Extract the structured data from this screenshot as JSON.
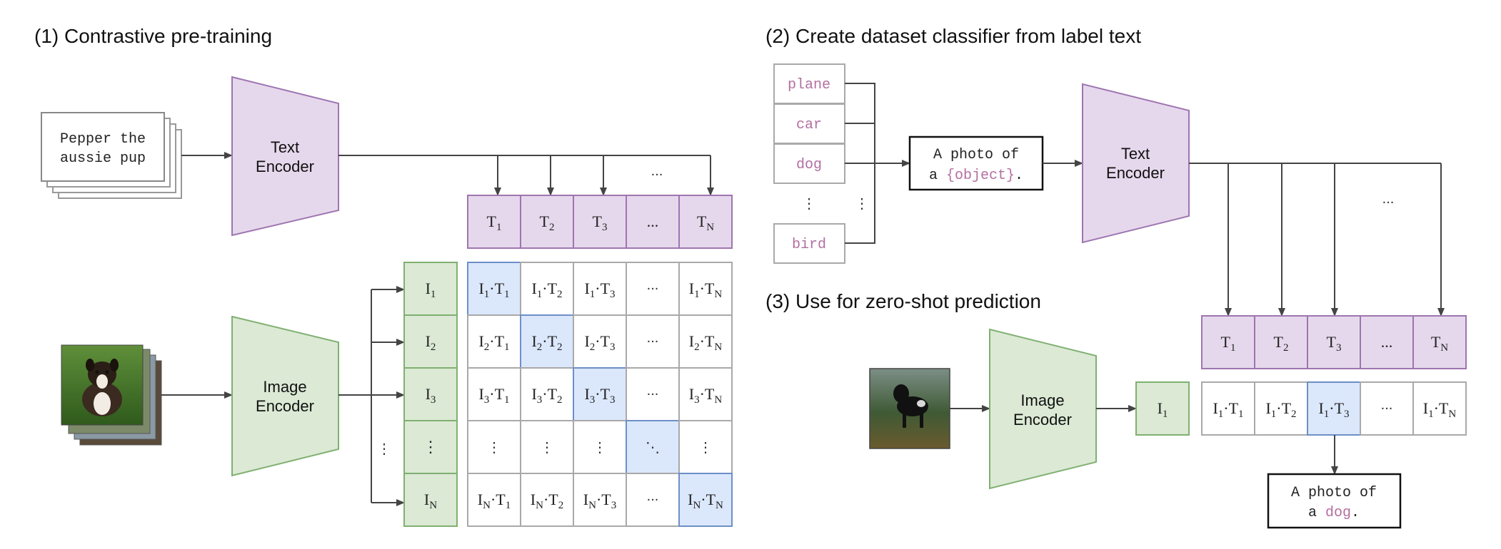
{
  "colors": {
    "purple_fill": "#e6d8ec",
    "purple_stroke": "#9e75b0",
    "green_fill": "#dbe9d5",
    "green_stroke": "#7fb070",
    "blue_fill": "#dbe7fb",
    "blue_stroke": "#6d8fc7",
    "grid_stroke": "#a9a9a9",
    "label_text": "#b46fa0",
    "arrow": "#444444"
  },
  "section1": {
    "title": "(1) Contrastive pre-training",
    "input_text_line1": "Pepper the",
    "input_text_line2": "aussie pup",
    "text_encoder_line1": "Text",
    "text_encoder_line2": "Encoder",
    "image_encoder_line1": "Image",
    "image_encoder_line2": "Encoder",
    "dots": "...",
    "vdots": "⋮",
    "ddots": "⋱",
    "text_features": [
      {
        "base": "T",
        "sub": "1"
      },
      {
        "base": "T",
        "sub": "2"
      },
      {
        "base": "T",
        "sub": "3"
      },
      {
        "base": "...",
        "sub": ""
      },
      {
        "base": "T",
        "sub": "N"
      }
    ],
    "image_features": [
      {
        "base": "I",
        "sub": "1"
      },
      {
        "base": "I",
        "sub": "2"
      },
      {
        "base": "I",
        "sub": "3"
      },
      {
        "base": "⋮",
        "sub": ""
      },
      {
        "base": "I",
        "sub": "N"
      }
    ],
    "row_subs": [
      "1",
      "2",
      "3",
      "",
      "N"
    ],
    "col_subs": [
      "1",
      "2",
      "3",
      "",
      "N"
    ]
  },
  "section2": {
    "title": "(2) Create dataset classifier from label text",
    "labels": [
      "plane",
      "car",
      "dog",
      "bird"
    ],
    "template_line1": "A photo of",
    "template_line2_prefix": "a ",
    "template_object": "{object}",
    "template_suffix": ".",
    "text_encoder_line1": "Text",
    "text_encoder_line2": "Encoder",
    "dots": "..."
  },
  "section3": {
    "title": "(3) Use for zero-shot prediction",
    "image_encoder_line1": "Image",
    "image_encoder_line2": "Encoder",
    "image_feature": {
      "base": "I",
      "sub": "1"
    },
    "text_features": [
      {
        "base": "T",
        "sub": "1"
      },
      {
        "base": "T",
        "sub": "2"
      },
      {
        "base": "T",
        "sub": "3"
      },
      {
        "base": "...",
        "sub": ""
      },
      {
        "base": "T",
        "sub": "N"
      }
    ],
    "col_subs": [
      "1",
      "2",
      "3",
      "",
      "N"
    ],
    "output_line1": "A photo of",
    "output_line2_prefix": "a ",
    "output_object": "dog",
    "output_suffix": "."
  }
}
